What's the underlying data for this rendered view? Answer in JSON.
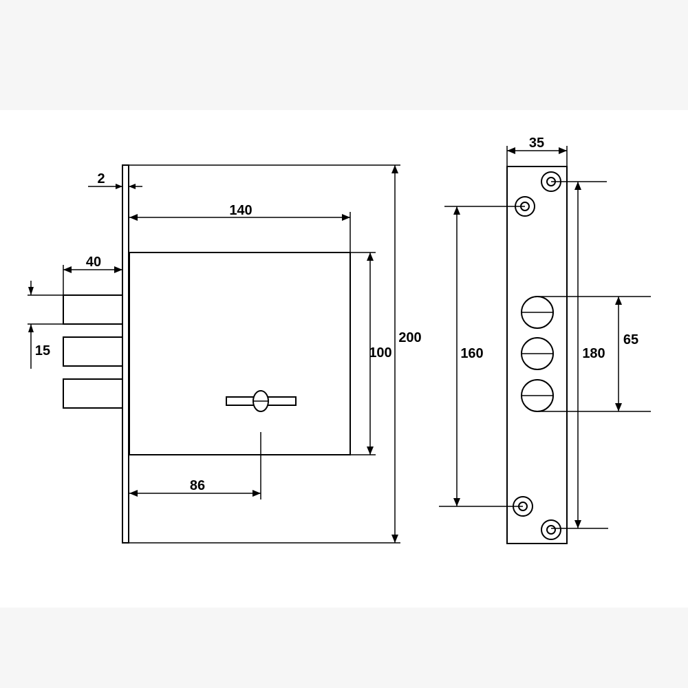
{
  "dimensions": {
    "faceplate_thickness": "2",
    "case_width": "140",
    "bolt_length": "40",
    "bolt_height": "15",
    "case_height": "100",
    "total_height": "200",
    "key_offset": "86",
    "front_width": "35",
    "screw_spacing_inner": "160",
    "screw_spacing_outer": "180",
    "bolt_spacing": "65"
  }
}
